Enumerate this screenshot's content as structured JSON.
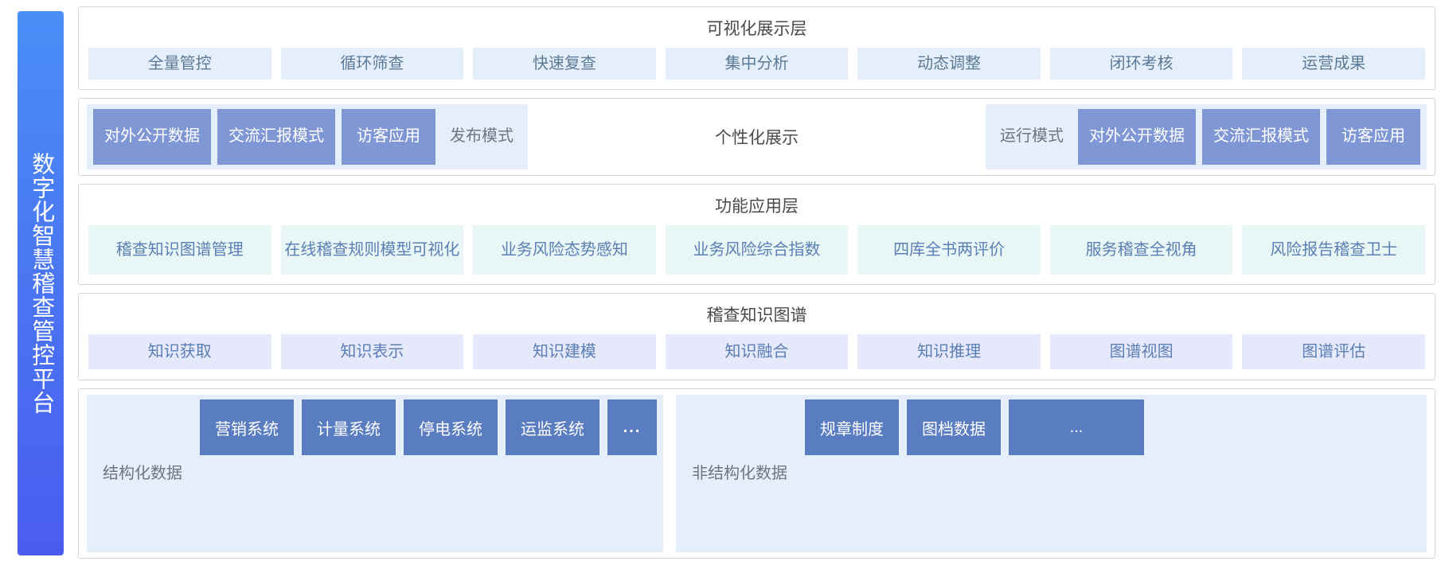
{
  "platform": {
    "title": "数字化智慧稽查管控平台"
  },
  "layers": {
    "visualization": {
      "title": "可视化展示层",
      "chips": [
        "全量管控",
        "循环筛查",
        "快速复查",
        "集中分析",
        "动态调整",
        "闭环考核",
        "运营成果"
      ]
    },
    "display_mode": {
      "center_label": "个性化展示",
      "left_group": {
        "chips": [
          "对外公开数据",
          "交流汇报模式",
          "访客应用"
        ],
        "mode_label": "发布模式"
      },
      "right_group": {
        "mode_label": "运行模式",
        "chips": [
          "对外公开数据",
          "交流汇报模式",
          "访客应用"
        ]
      }
    },
    "function": {
      "title": "功能应用层",
      "chips": [
        "稽查知识图谱管理",
        "在线稽查规则模型可视化",
        "业务风险态势感知",
        "业务风险综合指数",
        "四库全书两评价",
        "服务稽查全视角",
        "风险报告稽查卫士"
      ]
    },
    "knowledge_graph": {
      "title": "稽查知识图谱",
      "chips": [
        "知识获取",
        "知识表示",
        "知识建模",
        "知识融合",
        "知识推理",
        "图谱视图",
        "图谱评估"
      ]
    },
    "data": {
      "structured": {
        "label": "结构化数据",
        "chips": [
          "营销系统",
          "计量系统",
          "停电系统",
          "运监系统",
          "..."
        ]
      },
      "unstructured": {
        "label": "非结构化数据",
        "chips": [
          "规章制度",
          "图档数据",
          "..."
        ]
      }
    }
  },
  "colors": {
    "sidebar_top": "#4a8ef7",
    "sidebar_bottom": "#4a5cf0",
    "chip_visualization": "#e4effb",
    "chip_function": "#e8f7f5",
    "chip_knowledge": "#e6e9fb",
    "chip_mode": "#8097d6",
    "chip_data": "#5a7cc0"
  }
}
